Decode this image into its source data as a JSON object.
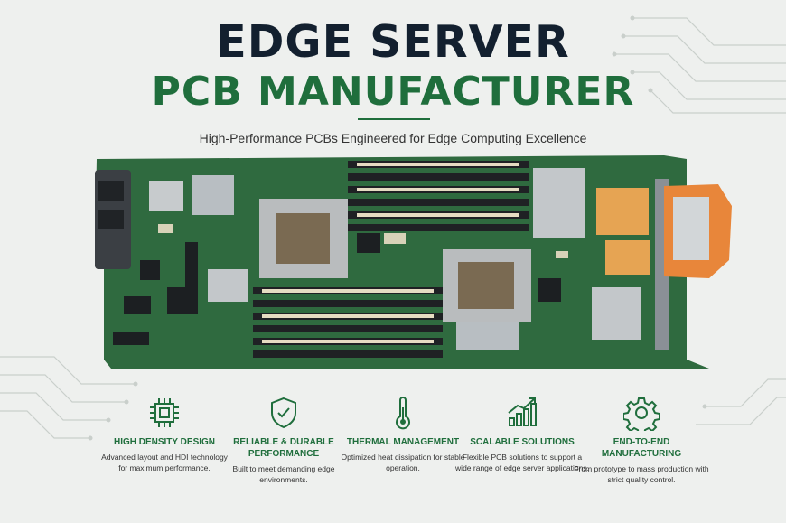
{
  "header": {
    "title_line1": "EDGE SERVER",
    "title_line2": "PCB MANUFACTURER",
    "subtitle": "High-Performance PCBs Engineered for Edge Computing Excellence"
  },
  "colors": {
    "navy": "#13202f",
    "green": "#1f6e3c",
    "pcb": "#2f6a3f"
  },
  "features": [
    {
      "icon": "chip-icon",
      "title": "HIGH DENSITY DESIGN",
      "desc": "Advanced layout and HDI technology for maximum performance."
    },
    {
      "icon": "shield-check-icon",
      "title": "RELIABLE & DURABLE PERFORMANCE",
      "desc": "Built to meet demanding edge environments."
    },
    {
      "icon": "thermometer-icon",
      "title": "THERMAL MANAGEMENT",
      "desc": "Optimized heat dissipation for stable operation."
    },
    {
      "icon": "growth-chart-icon",
      "title": "SCALABLE SOLUTIONS",
      "desc": "Flexible PCB solutions to support a wide range of edge server applications."
    },
    {
      "icon": "gear-icon",
      "title": "END-TO-END MANUFACTURING",
      "desc": "From prototype to mass production with strict quality control."
    }
  ]
}
